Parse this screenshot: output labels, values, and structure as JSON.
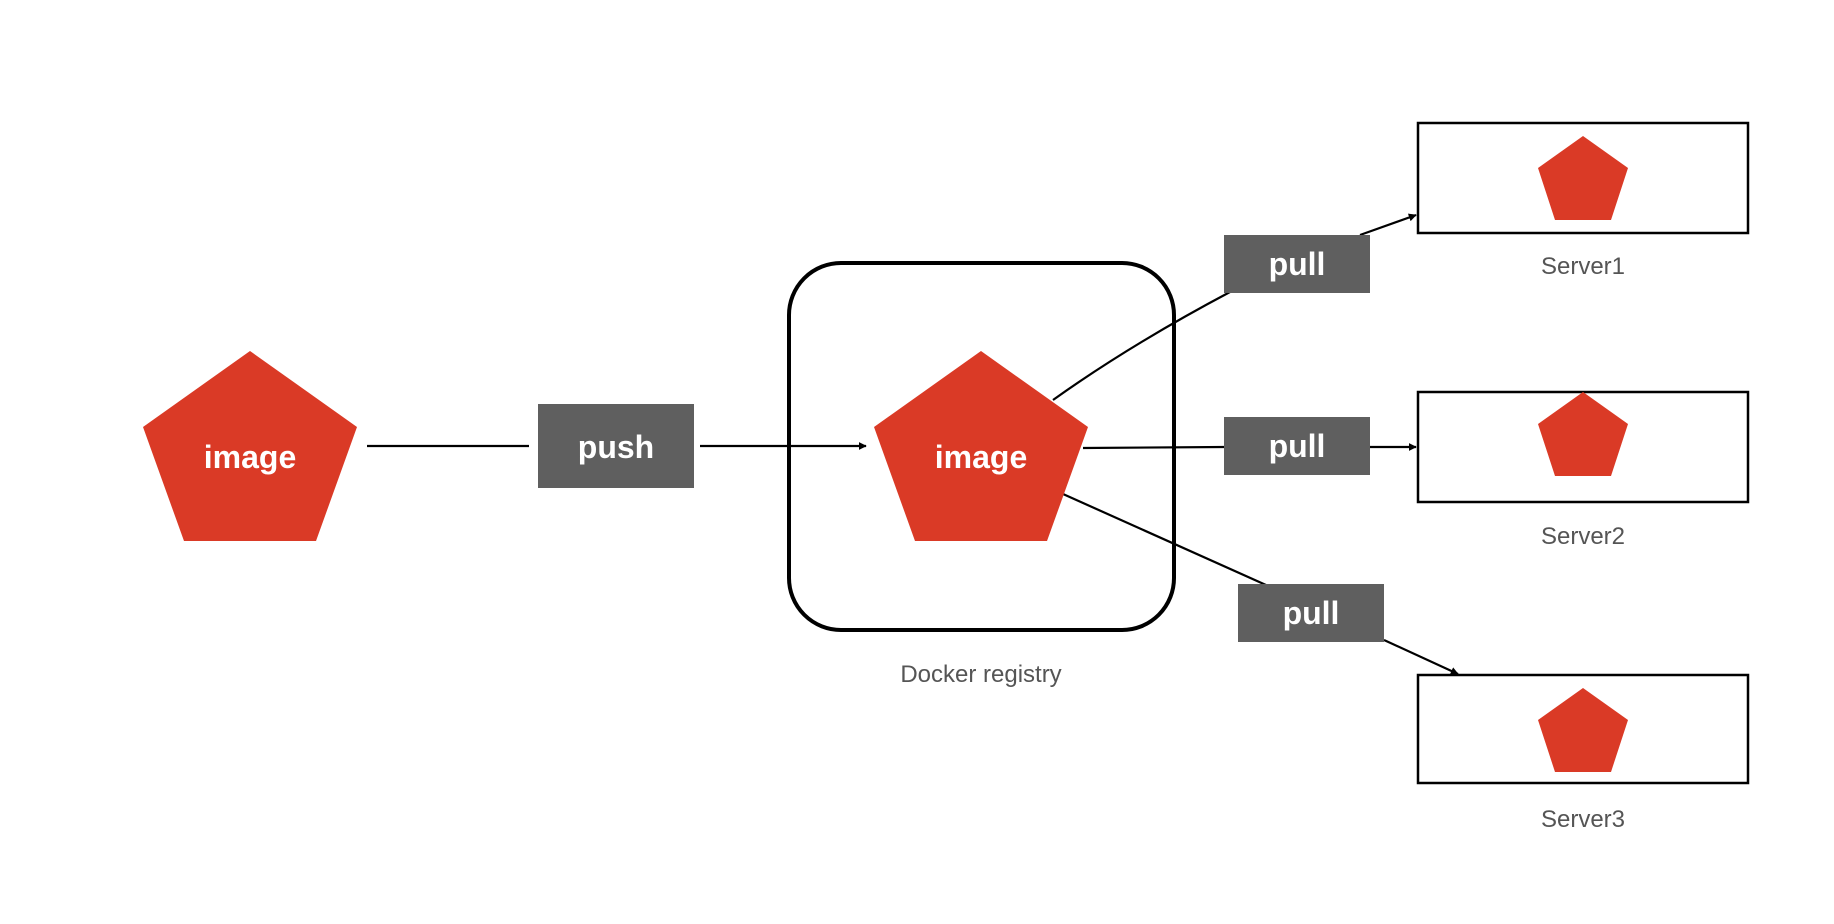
{
  "colors": {
    "image_fill": "#DA3A26",
    "action_box_fill": "#5F5F5F",
    "line": "#000000",
    "caption": "#555555"
  },
  "source": {
    "icon": "pentagon-image-icon",
    "label": "image"
  },
  "push_label": "push",
  "registry": {
    "icon": "pentagon-image-icon",
    "image_label": "image",
    "caption": "Docker registry"
  },
  "pull_labels": [
    "pull",
    "pull",
    "pull"
  ],
  "servers": [
    {
      "icon": "pentagon-image-icon",
      "caption": "Server1"
    },
    {
      "icon": "pentagon-image-icon",
      "caption": "Server2"
    },
    {
      "icon": "pentagon-image-icon",
      "caption": "Server3"
    }
  ]
}
